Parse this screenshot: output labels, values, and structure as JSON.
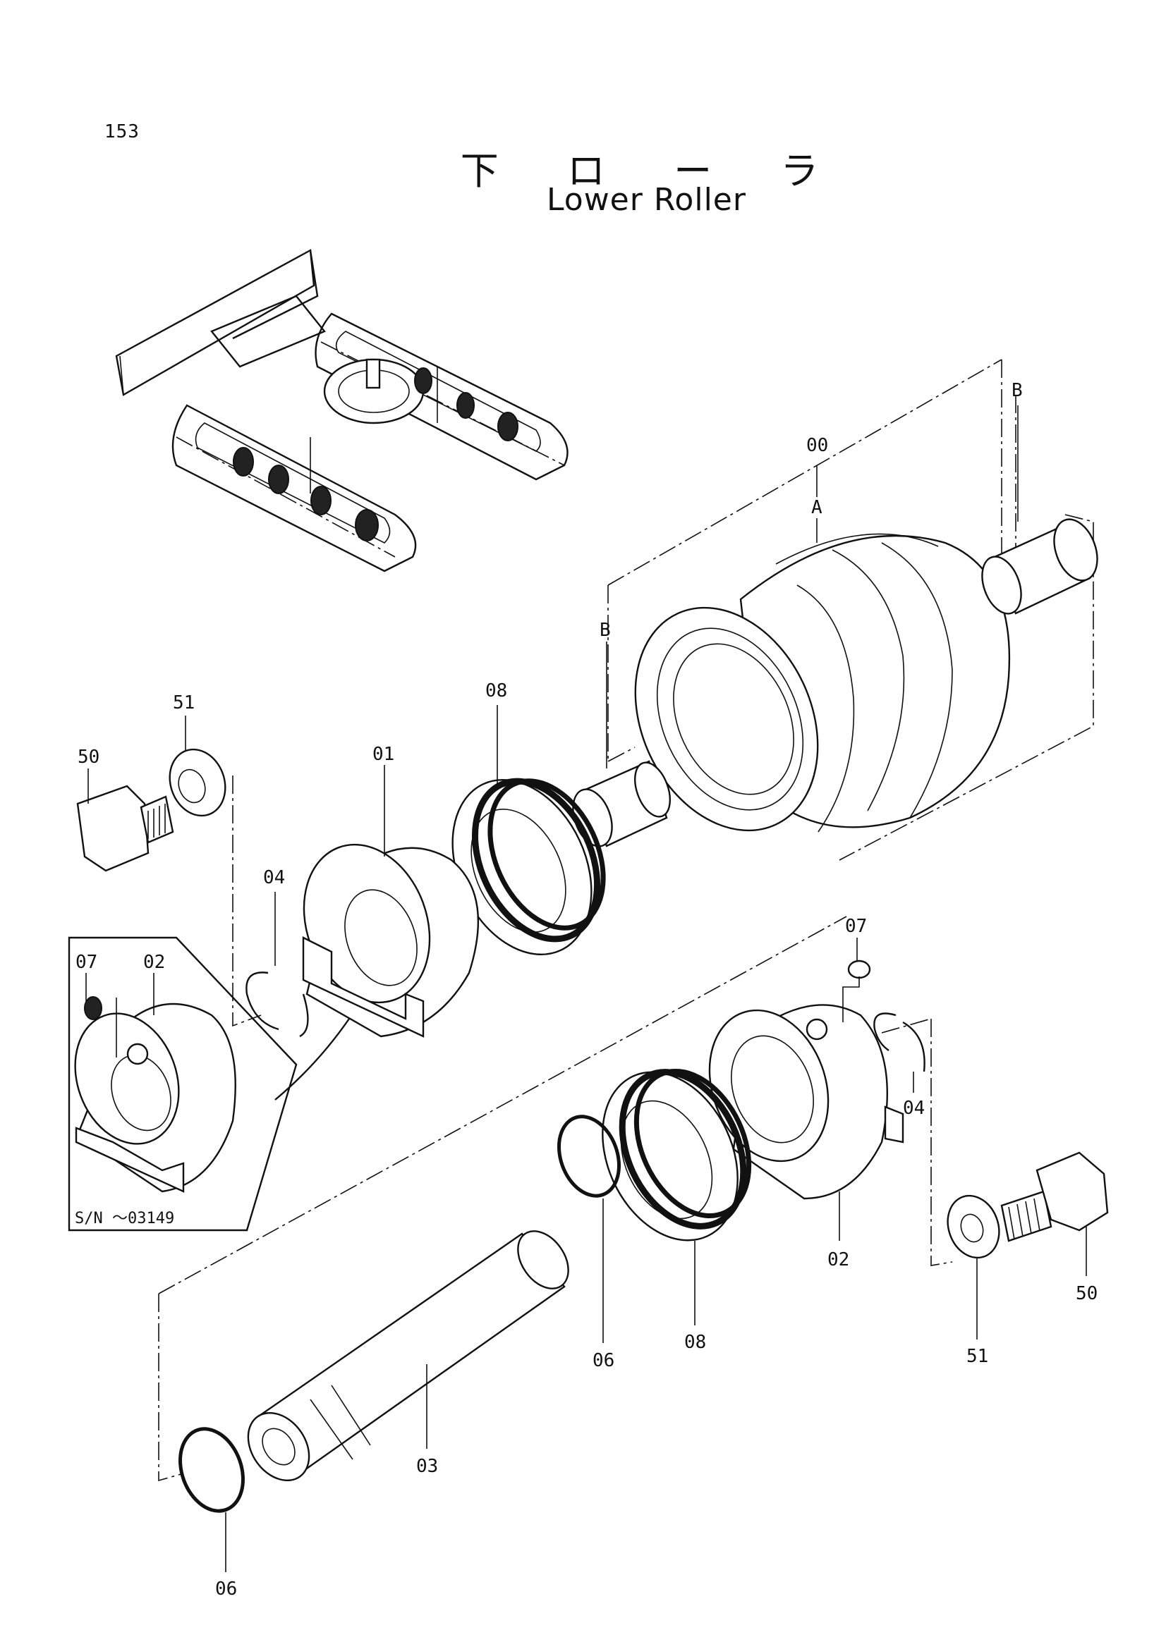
{
  "page": {
    "number": "153"
  },
  "title": {
    "japanese": "下 ロ ー ラ",
    "english": "Lower Roller"
  },
  "serial_note": "S/N ～03149",
  "callouts": [
    {
      "id": "c-00",
      "text": "00"
    },
    {
      "id": "c-A",
      "text": "A"
    },
    {
      "id": "c-B-right",
      "text": "B"
    },
    {
      "id": "c-B-left",
      "text": "B"
    },
    {
      "id": "c-08-top",
      "text": "08"
    },
    {
      "id": "c-01",
      "text": "01"
    },
    {
      "id": "c-51-left",
      "text": "51"
    },
    {
      "id": "c-50-left",
      "text": "50"
    },
    {
      "id": "c-04-left",
      "text": "04"
    },
    {
      "id": "c-07-inset",
      "text": "07"
    },
    {
      "id": "c-02-inset",
      "text": "02"
    },
    {
      "id": "c-07-right",
      "text": "07"
    },
    {
      "id": "c-04-right",
      "text": "04"
    },
    {
      "id": "c-02-right",
      "text": "02"
    },
    {
      "id": "c-50-right",
      "text": "50"
    },
    {
      "id": "c-51-right",
      "text": "51"
    },
    {
      "id": "c-08-bottom",
      "text": "08"
    },
    {
      "id": "c-06-mid",
      "text": "06"
    },
    {
      "id": "c-03",
      "text": "03"
    },
    {
      "id": "c-06-bottom",
      "text": "06"
    }
  ]
}
